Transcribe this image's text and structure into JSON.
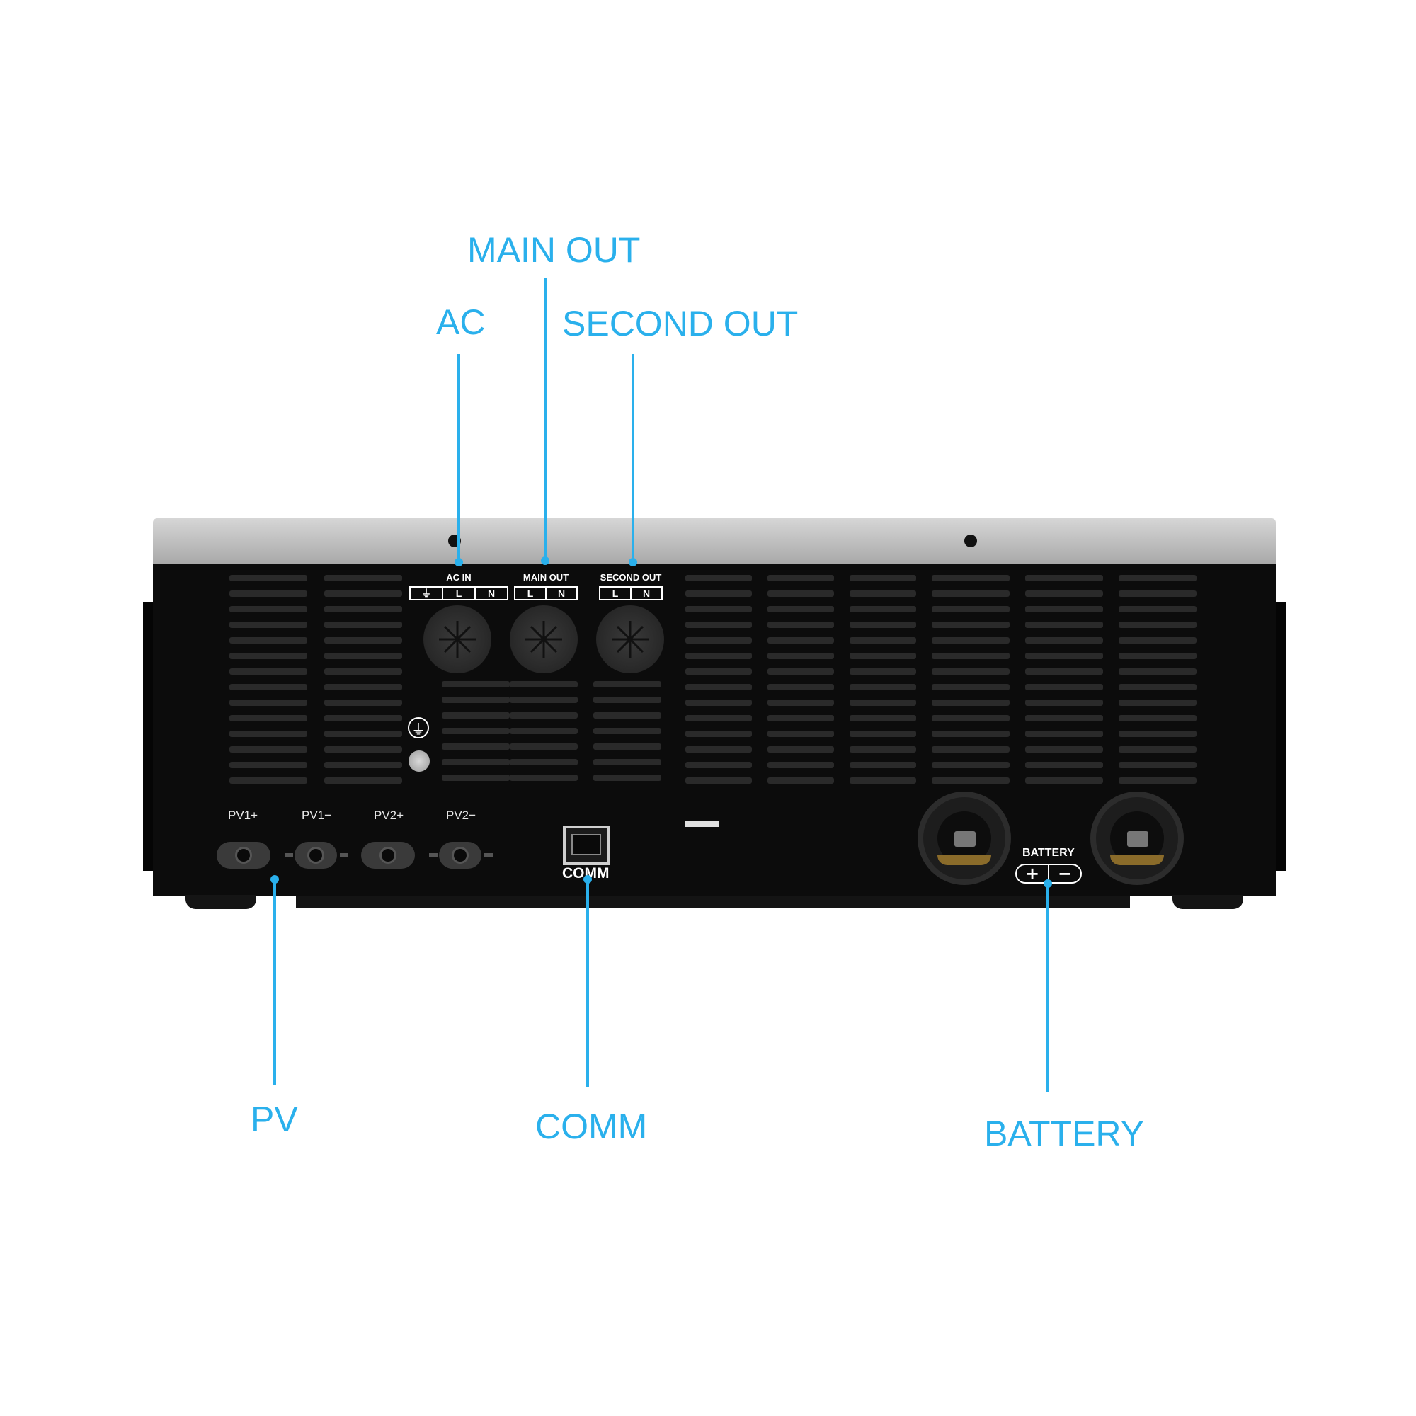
{
  "callouts": {
    "main_out": "MAIN OUT",
    "ac": "AC",
    "second_out": "SECOND OUT",
    "pv": "PV",
    "comm": "COMM",
    "battery": "BATTERY"
  },
  "panel_labels": {
    "ac_in": "AC  IN",
    "main_out": "MAIN OUT",
    "second_out": "SECOND OUT",
    "pv1_plus": "PV1+",
    "pv1_minus": "PV1−",
    "pv2_plus": "PV2+",
    "pv2_minus": "PV2−",
    "comm": "COMM",
    "battery": "BATTERY",
    "battery_plus": "+",
    "battery_minus": "−",
    "ac_in_cells": [
      "⏚",
      "L",
      "N"
    ],
    "main_out_cells": [
      "L",
      "N"
    ],
    "second_out_cells": [
      "L",
      "N"
    ],
    "ground_symbol": "⏚"
  },
  "colors": {
    "callout": "#2ab0ec",
    "body": "#0c0c0c",
    "top_panel": "#bdbdbd"
  },
  "icons": {
    "ground": "ground-icon",
    "network_port": "rj45-port-icon"
  }
}
